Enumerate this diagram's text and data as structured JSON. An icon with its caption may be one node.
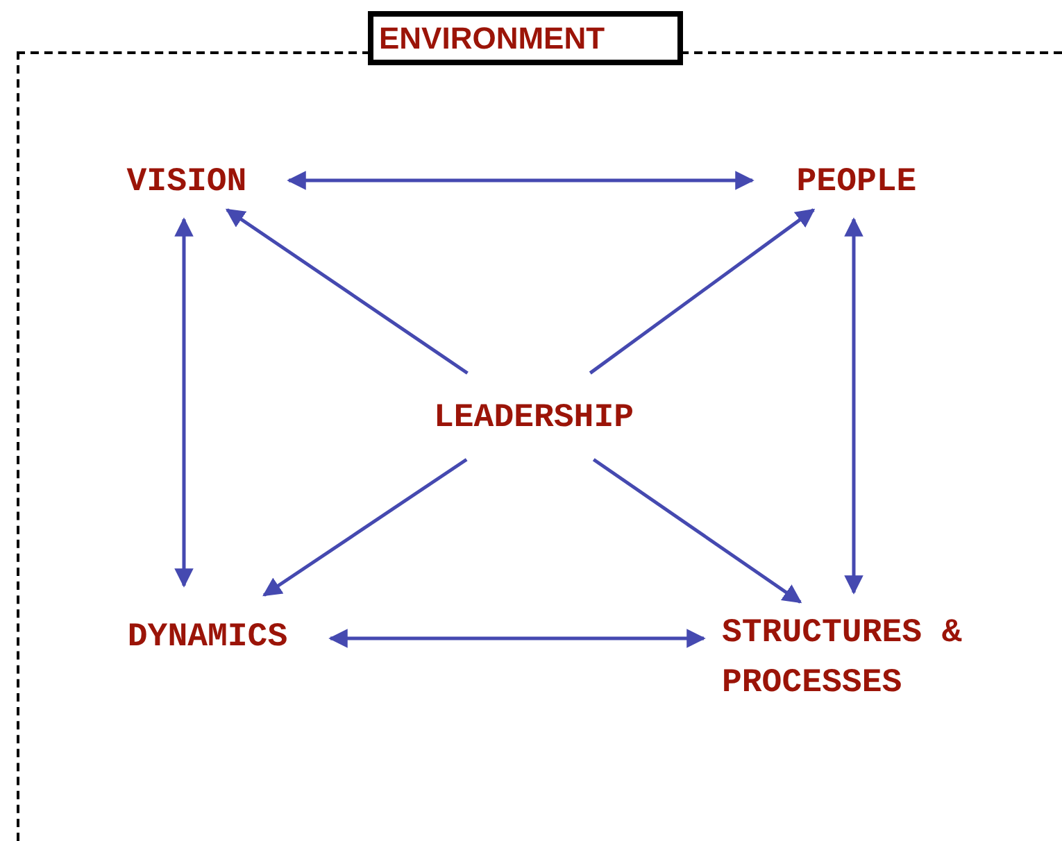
{
  "diagram": {
    "nodes": [
      {
        "text": [
          "ENVIRONMENT"
        ]
      },
      {
        "text": [
          "VISION"
        ],
        "in": 0
      },
      {
        "text": [
          "PEOPLE"
        ],
        "in": 0
      },
      {
        "text": [
          "LEADERSHIP"
        ],
        "in": 0
      },
      {
        "text": [
          "DYNAMICS"
        ],
        "in": 0
      },
      {
        "text": [
          "STRUCTURES & PROCESSES"
        ],
        "in": 0
      }
    ],
    "edges": [
      {
        "from": 1,
        "to": 2,
        "arrow": "both"
      },
      {
        "from": 3,
        "to": 1,
        "arrow": "to"
      },
      {
        "from": 3,
        "to": 2,
        "arrow": "to"
      },
      {
        "from": 1,
        "to": 4,
        "arrow": "both"
      },
      {
        "from": 2,
        "to": 5,
        "arrow": "both"
      },
      {
        "from": 3,
        "to": 4,
        "arrow": "to"
      },
      {
        "from": 3,
        "to": 5,
        "arrow": "to"
      },
      {
        "from": 4,
        "to": 5,
        "arrow": "both"
      }
    ]
  }
}
